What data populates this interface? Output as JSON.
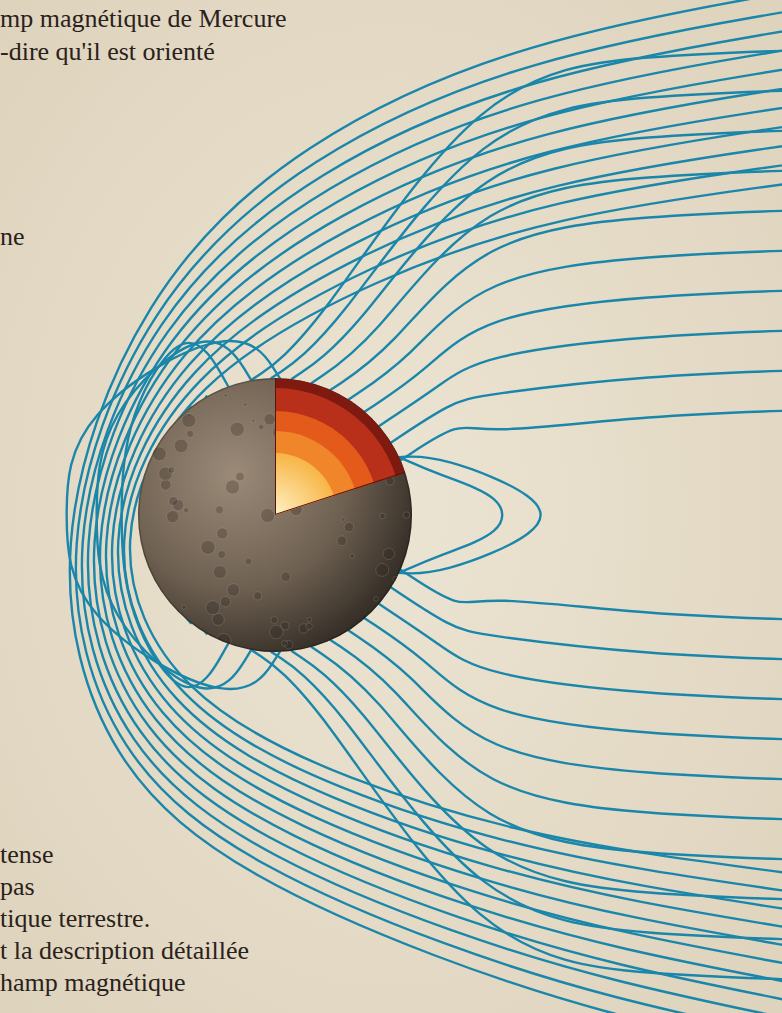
{
  "diagram": {
    "labels": [
      "mp magnétique de Mercure",
      "-dire qu'il est orienté",
      "ne",
      "tense",
      "pas",
      "tique terrestre.",
      "t la description détaillée",
      "hamp magnétique"
    ]
  }
}
